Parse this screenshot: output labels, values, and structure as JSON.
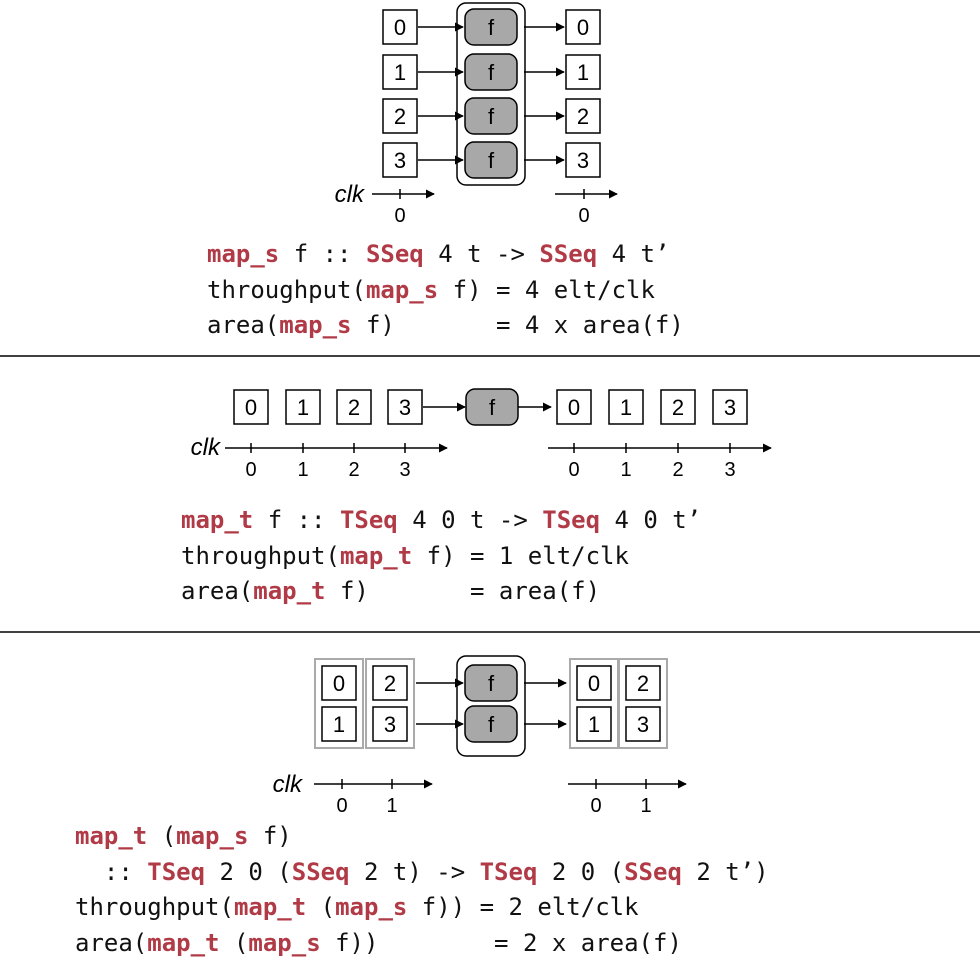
{
  "colors": {
    "keyword": "#b03a46",
    "f_fill": "#a8a8a8",
    "stroke": "#000000",
    "group_border": "#aaaaaa"
  },
  "panel1": {
    "inputs": [
      "0",
      "1",
      "2",
      "3"
    ],
    "outputs": [
      "0",
      "1",
      "2",
      "3"
    ],
    "f_labels": [
      "f",
      "f",
      "f",
      "f"
    ],
    "clk_label": "clk",
    "clk_in_ticks": [
      "0"
    ],
    "clk_out_ticks": [
      "0"
    ],
    "code": [
      [
        {
          "t": "map_s",
          "k": true
        },
        {
          "t": " f :: "
        },
        {
          "t": "SSeq",
          "k": true
        },
        {
          "t": " 4 t -> "
        },
        {
          "t": "SSeq",
          "k": true
        },
        {
          "t": " 4 t’"
        }
      ],
      [
        {
          "t": "throughput("
        },
        {
          "t": "map_s",
          "k": true
        },
        {
          "t": " f) = 4 elt/clk"
        }
      ],
      [
        {
          "t": "area("
        },
        {
          "t": "map_s",
          "k": true
        },
        {
          "t": " f)       = 4 x area(f)"
        }
      ]
    ]
  },
  "panel2": {
    "inputs": [
      "0",
      "1",
      "2",
      "3"
    ],
    "outputs": [
      "0",
      "1",
      "2",
      "3"
    ],
    "f_labels": [
      "f"
    ],
    "clk_label": "clk",
    "clk_in_ticks": [
      "0",
      "1",
      "2",
      "3"
    ],
    "clk_out_ticks": [
      "0",
      "1",
      "2",
      "3"
    ],
    "code": [
      [
        {
          "t": "map_t",
          "k": true
        },
        {
          "t": " f :: "
        },
        {
          "t": "TSeq",
          "k": true
        },
        {
          "t": " 4 0 t -> "
        },
        {
          "t": "TSeq",
          "k": true
        },
        {
          "t": " 4 0 t’"
        }
      ],
      [
        {
          "t": "throughput("
        },
        {
          "t": "map_t",
          "k": true
        },
        {
          "t": " f) = 1 elt/clk"
        }
      ],
      [
        {
          "t": "area("
        },
        {
          "t": "map_t",
          "k": true
        },
        {
          "t": " f)       = area(f)"
        }
      ]
    ]
  },
  "panel3": {
    "input_groups": [
      [
        "0",
        "1"
      ],
      [
        "2",
        "3"
      ]
    ],
    "output_groups": [
      [
        "0",
        "1"
      ],
      [
        "2",
        "3"
      ]
    ],
    "f_labels": [
      "f",
      "f"
    ],
    "clk_label": "clk",
    "clk_in_ticks": [
      "0",
      "1"
    ],
    "clk_out_ticks": [
      "0",
      "1"
    ],
    "code": [
      [
        {
          "t": "map_t",
          "k": true
        },
        {
          "t": " ("
        },
        {
          "t": "map_s",
          "k": true
        },
        {
          "t": " f)"
        }
      ],
      [
        {
          "t": "  :: "
        },
        {
          "t": "TSeq",
          "k": true
        },
        {
          "t": " 2 0 ("
        },
        {
          "t": "SSeq",
          "k": true
        },
        {
          "t": " 2 t) -> "
        },
        {
          "t": "TSeq",
          "k": true
        },
        {
          "t": " 2 0 ("
        },
        {
          "t": "SSeq",
          "k": true
        },
        {
          "t": " 2 t’)"
        }
      ],
      [
        {
          "t": "throughput("
        },
        {
          "t": "map_t",
          "k": true
        },
        {
          "t": " ("
        },
        {
          "t": "map_s",
          "k": true
        },
        {
          "t": " f)) = 2 elt/clk"
        }
      ],
      [
        {
          "t": "area("
        },
        {
          "t": "map_t",
          "k": true
        },
        {
          "t": " ("
        },
        {
          "t": "map_s",
          "k": true
        },
        {
          "t": " f))        = 2 x area(f)"
        }
      ]
    ]
  }
}
